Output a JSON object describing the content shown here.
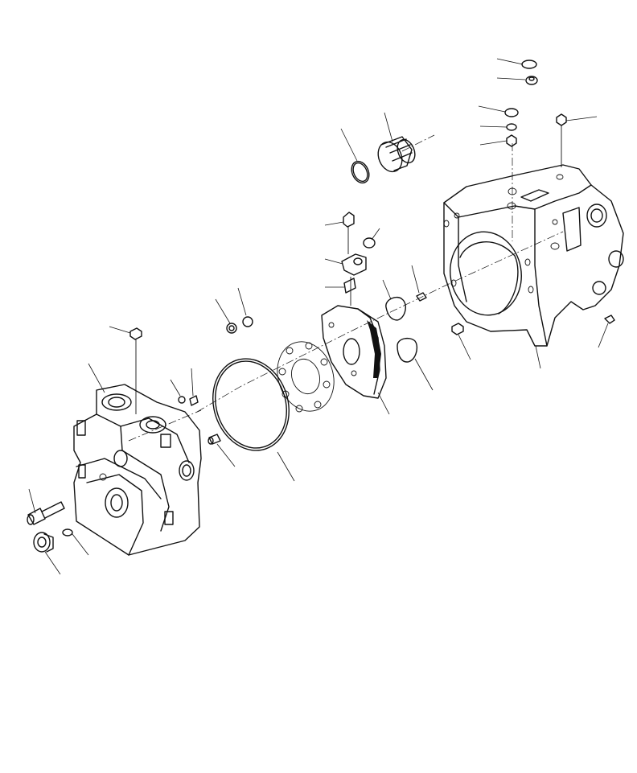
{
  "figure": {
    "kind": "exploded-parts-diagram",
    "text_labels": [],
    "callout_count": 27
  },
  "colors": {
    "line": "#111111",
    "background": "#ffffff"
  },
  "parts": [
    {
      "name": "rear-housing-body"
    },
    {
      "name": "front-pump-case"
    },
    {
      "name": "valve-plate"
    },
    {
      "name": "cylinder-block-plate"
    },
    {
      "name": "large-o-ring"
    },
    {
      "name": "bushing-sleeve"
    },
    {
      "name": "thin-o-ring"
    },
    {
      "name": "servo-bracket"
    },
    {
      "name": "socket-bolt"
    },
    {
      "name": "drain-plug"
    },
    {
      "name": "small-plug"
    },
    {
      "name": "dowel-pin"
    },
    {
      "name": "steel-ball"
    }
  ]
}
